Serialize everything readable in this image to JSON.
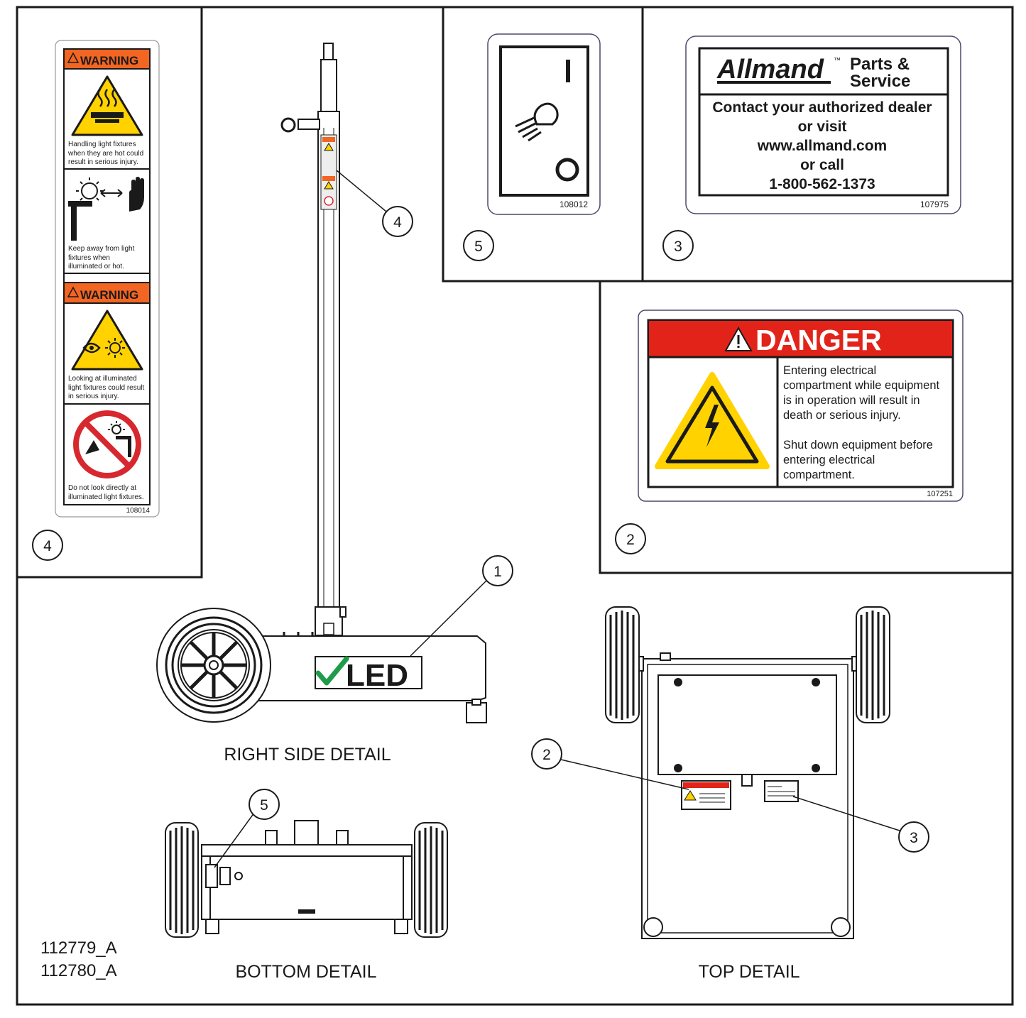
{
  "callouts": [
    "1",
    "2",
    "3",
    "4",
    "5"
  ],
  "decal_4": {
    "warning_word": "WARNING",
    "panel1_text": [
      "Handling light fixtures",
      "when they are hot could",
      "result in serious injury."
    ],
    "panel2_text": [
      "Keep away from light",
      "fixtures when",
      "illuminated or hot."
    ],
    "panel3_text": [
      "Looking at illuminated",
      "light fixtures could result",
      "in serious injury."
    ],
    "panel4_text": [
      "Do not look directly at",
      "illuminated light fixtures."
    ],
    "part_number": "108014"
  },
  "decal_5": {
    "on_symbol": "I",
    "part_number": "108012"
  },
  "decal_3": {
    "brand": "Allmand",
    "tm": "™",
    "title_line1": "Parts &",
    "title_line2": "Service",
    "lines": [
      "Contact your authorized dealer",
      "or visit",
      "www.allmand.com",
      "or call",
      "1-800-562-1373"
    ],
    "part_number": "107975"
  },
  "decal_2": {
    "signal_word": "DANGER",
    "text1": [
      "Entering electrical",
      "compartment while equipment",
      "is in operation will result in",
      "death or serious injury."
    ],
    "text2": [
      "Shut down equipment before",
      "entering electrical",
      "compartment."
    ],
    "part_number": "107251"
  },
  "led_logo": "LED",
  "views": {
    "right_side": "RIGHT SIDE DETAIL",
    "bottom": "BOTTOM DETAIL",
    "top": "TOP DETAIL"
  },
  "drawing_numbers": [
    "112779_A",
    "112780_A"
  ],
  "colors": {
    "warning_orange": "#f26522",
    "danger_red": "#e2231a",
    "safety_yellow": "#ffd200",
    "check_green": "#1e9c4a",
    "prohibition_red": "#d7282f"
  }
}
